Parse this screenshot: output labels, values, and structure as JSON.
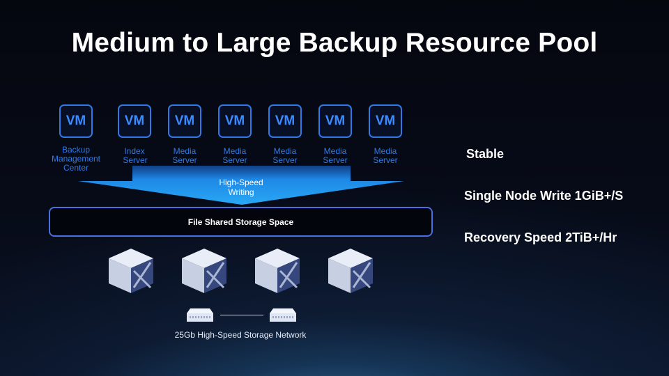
{
  "title": "Medium to Large Backup Resource Pool",
  "vms": [
    {
      "badge": "VM",
      "lines": [
        "Backup",
        "Management",
        "Center"
      ]
    },
    {
      "badge": "VM",
      "lines": [
        "Index",
        "Server"
      ]
    },
    {
      "badge": "VM",
      "lines": [
        "Media",
        "Server"
      ]
    },
    {
      "badge": "VM",
      "lines": [
        "Media",
        "Server"
      ]
    },
    {
      "badge": "VM",
      "lines": [
        "Media",
        "Server"
      ]
    },
    {
      "badge": "VM",
      "lines": [
        "Media",
        "Server"
      ]
    },
    {
      "badge": "VM",
      "lines": [
        "Media",
        "Server"
      ]
    }
  ],
  "flow": {
    "line1": "High-Speed",
    "line2": "Writing"
  },
  "storage": {
    "label": "File Shared Storage Space"
  },
  "server_count": 4,
  "network": {
    "label": "25Gb High-Speed Storage Network"
  },
  "features": {
    "stable": "Stable",
    "write": "Single Node Write 1GiB+/S",
    "recovery": "Recovery Speed 2TiB+/Hr"
  },
  "colors": {
    "accent": "#2f7ae6",
    "funnel": "#1f8ff0",
    "storage_border": "#4a6fe3"
  }
}
